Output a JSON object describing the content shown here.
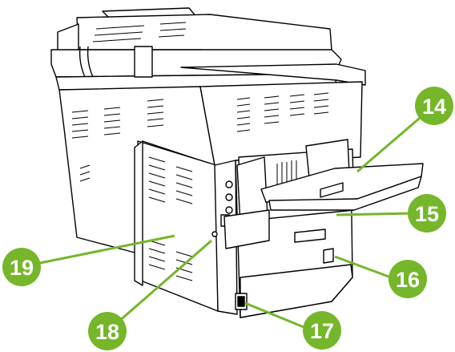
{
  "colors": {
    "callout_fill": "#75B62B",
    "callout_text": "#FFFFFF",
    "leader_line": "#75B62B",
    "printer_outline": "#000000",
    "printer_body": "#FFFFFF"
  },
  "callouts": [
    {
      "id": "c14",
      "label": "14"
    },
    {
      "id": "c15",
      "label": "15"
    },
    {
      "id": "c16",
      "label": "16"
    },
    {
      "id": "c17",
      "label": "17"
    },
    {
      "id": "c18",
      "label": "18"
    },
    {
      "id": "c19",
      "label": "19"
    }
  ]
}
